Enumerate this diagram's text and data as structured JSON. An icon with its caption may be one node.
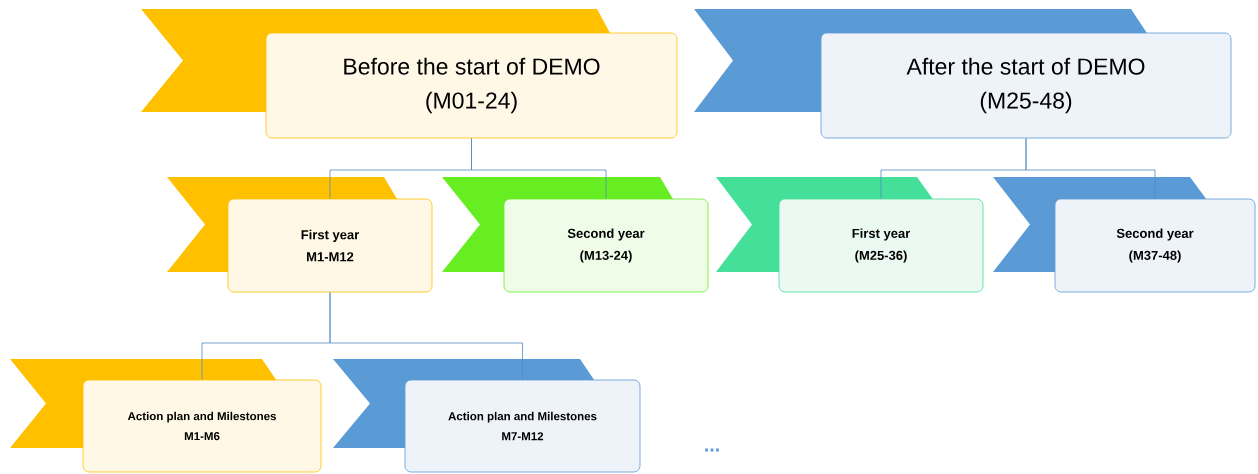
{
  "diagram": {
    "nodes": [
      {
        "text": [
          "Before the start of DEMO",
          "(M01-24)"
        ]
      },
      {
        "text": [
          "After the start of DEMO",
          "(M25-48)"
        ]
      },
      {
        "text": [
          "First year",
          "M1-M12"
        ]
      },
      {
        "text": [
          "Second year",
          "(M13-24)"
        ]
      },
      {
        "text": [
          "First year",
          "(M25-36)"
        ]
      },
      {
        "text": [
          "Second year",
          "(M37-48)"
        ]
      },
      {
        "text": [
          "Action plan and Milestones",
          "M1-M6"
        ]
      },
      {
        "text": [
          "Action plan and Milestones",
          "M7-M12"
        ]
      }
    ],
    "edges": [
      {
        "from": 0,
        "to": 2,
        "arrow": "none"
      },
      {
        "from": 0,
        "to": 3,
        "arrow": "none"
      },
      {
        "from": 1,
        "to": 4,
        "arrow": "none"
      },
      {
        "from": 1,
        "to": 5,
        "arrow": "none"
      },
      {
        "from": 2,
        "to": 6,
        "arrow": "none"
      },
      {
        "from": 2,
        "to": 7,
        "arrow": "none"
      }
    ],
    "labels": [
      "..."
    ]
  }
}
